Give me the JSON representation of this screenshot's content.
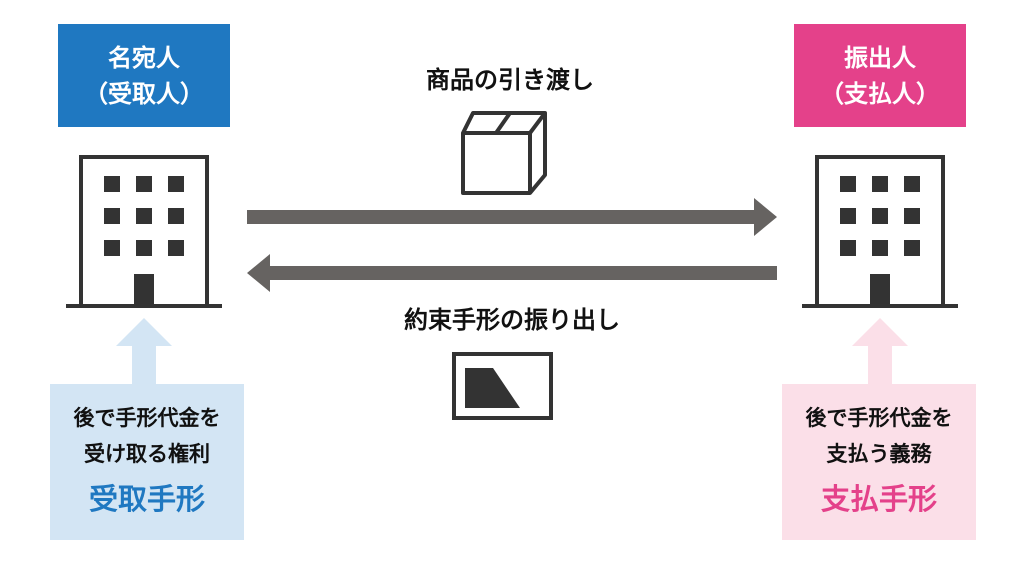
{
  "payee": {
    "name": "名宛人",
    "role": "（受取人）",
    "box_line1": "後で手形代金を",
    "box_line2": "受け取る権利",
    "box_term": "受取手形",
    "color": "#1f78c1",
    "box_color": "#d3e5f4"
  },
  "drawer": {
    "name": "振出人",
    "role": "（支払人）",
    "box_line1": "後で手形代金を",
    "box_line2": "支払う義務",
    "box_term": "支払手形",
    "color": "#e4418a",
    "box_color": "#fbdfe8"
  },
  "flows": {
    "goods_label": "商品の引き渡し",
    "note_label": "約束手形の振り出し"
  },
  "icons": [
    "building-icon",
    "package-box-icon",
    "promissory-note-icon",
    "arrow-right-icon",
    "arrow-left-icon",
    "arrow-up-icon"
  ]
}
